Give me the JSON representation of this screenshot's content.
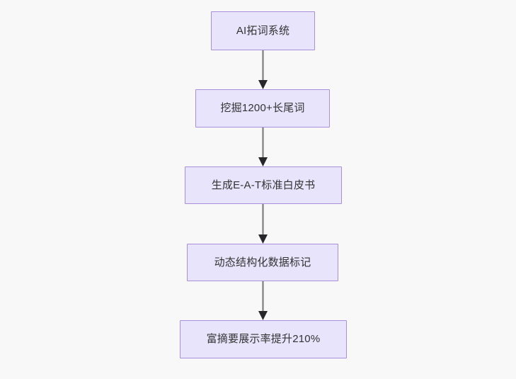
{
  "diagram": {
    "type": "flowchart",
    "orientation": "top-to-bottom",
    "background_color": "#f8f8f8",
    "node_fill_color": "#e8e4fb",
    "node_border_color": "#a98fd9",
    "node_text_color": "#333333",
    "edge_line_color": "#808080",
    "edge_arrow_color": "#27262b",
    "nodes": [
      {
        "id": "n1",
        "label": "AI拓词系统"
      },
      {
        "id": "n2",
        "label": "挖掘1200+长尾词"
      },
      {
        "id": "n3",
        "label": "生成E-A-T标准白皮书"
      },
      {
        "id": "n4",
        "label": "动态结构化数据标记"
      },
      {
        "id": "n5",
        "label": "富摘要展示率提升210%"
      }
    ],
    "edges": [
      {
        "from": "n1",
        "to": "n2",
        "label": ""
      },
      {
        "from": "n2",
        "to": "n3",
        "label": ""
      },
      {
        "from": "n3",
        "to": "n4",
        "label": ""
      },
      {
        "from": "n4",
        "to": "n5",
        "label": ""
      }
    ]
  }
}
